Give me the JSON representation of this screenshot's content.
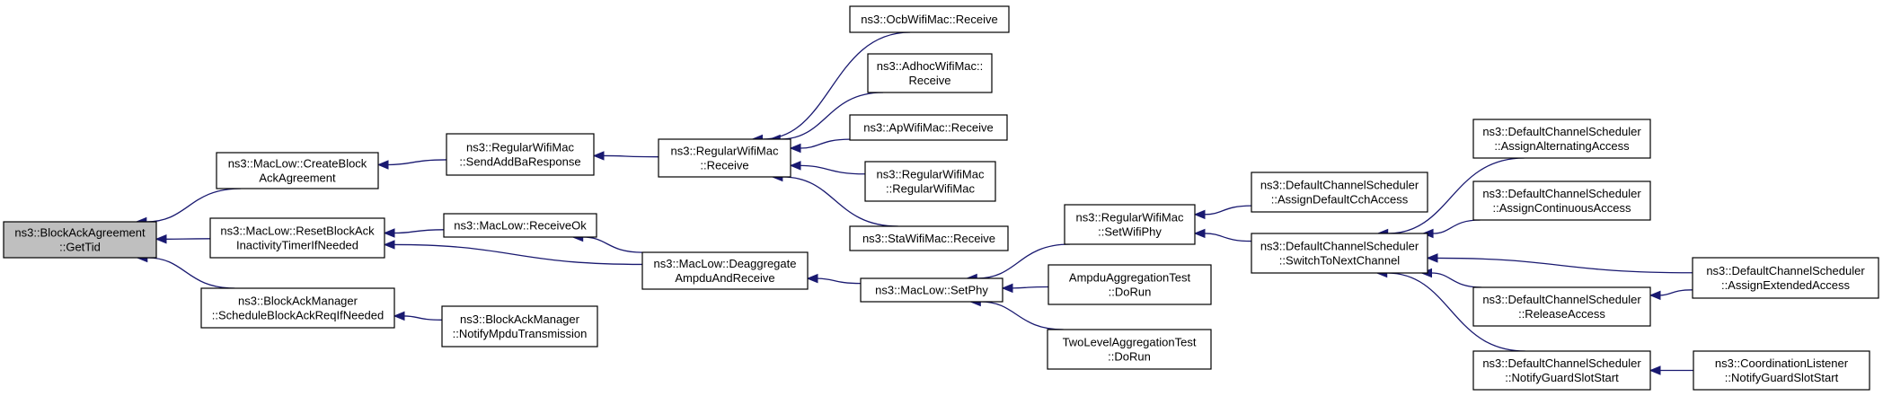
{
  "nodes": [
    {
      "id": "getTid",
      "lines": [
        "ns3::BlockAckAgreement",
        "::GetTid"
      ],
      "highlight": true
    },
    {
      "id": "createBlockAck",
      "lines": [
        "ns3::MacLow::CreateBlock",
        "AckAgreement"
      ]
    },
    {
      "id": "resetBlockAck",
      "lines": [
        "ns3::MacLow::ResetBlockAck",
        "InactivityTimerIfNeeded"
      ]
    },
    {
      "id": "scheduleBlockAck",
      "lines": [
        "ns3::BlockAckManager",
        "::ScheduleBlockAckReqIfNeeded"
      ]
    },
    {
      "id": "sendAddBa",
      "lines": [
        "ns3::RegularWifiMac",
        "::SendAddBaResponse"
      ]
    },
    {
      "id": "receiveOk",
      "lines": [
        "ns3::MacLow::ReceiveOk"
      ]
    },
    {
      "id": "notifyMpdu",
      "lines": [
        "ns3::BlockAckManager",
        "::NotifyMpduTransmission"
      ]
    },
    {
      "id": "rwmReceive",
      "lines": [
        "ns3::RegularWifiMac",
        "::Receive"
      ]
    },
    {
      "id": "deaggregate",
      "lines": [
        "ns3::MacLow::Deaggregate",
        "AmpduAndReceive"
      ]
    },
    {
      "id": "ocbReceive",
      "lines": [
        "ns3::OcbWifiMac::Receive"
      ]
    },
    {
      "id": "adhocReceive",
      "lines": [
        "ns3::AdhocWifiMac::",
        "Receive"
      ]
    },
    {
      "id": "apReceive",
      "lines": [
        "ns3::ApWifiMac::Receive"
      ]
    },
    {
      "id": "rwmCtor",
      "lines": [
        "ns3::RegularWifiMac",
        "::RegularWifiMac"
      ]
    },
    {
      "id": "staReceive",
      "lines": [
        "ns3::StaWifiMac::Receive"
      ]
    },
    {
      "id": "setPhy",
      "lines": [
        "ns3::MacLow::SetPhy"
      ]
    },
    {
      "id": "setWifiPhy",
      "lines": [
        "ns3::RegularWifiMac",
        "::SetWifiPhy"
      ]
    },
    {
      "id": "ampduTest",
      "lines": [
        "AmpduAggregationTest",
        "::DoRun"
      ]
    },
    {
      "id": "twoLevelTest",
      "lines": [
        "TwoLevelAggregationTest",
        "::DoRun"
      ]
    },
    {
      "id": "assignDefaultCch",
      "lines": [
        "ns3::DefaultChannelScheduler",
        "::AssignDefaultCchAccess"
      ]
    },
    {
      "id": "switchToNext",
      "lines": [
        "ns3::DefaultChannelScheduler",
        "::SwitchToNextChannel"
      ]
    },
    {
      "id": "assignAlternating",
      "lines": [
        "ns3::DefaultChannelScheduler",
        "::AssignAlternatingAccess"
      ]
    },
    {
      "id": "assignContinuous",
      "lines": [
        "ns3::DefaultChannelScheduler",
        "::AssignContinuousAccess"
      ]
    },
    {
      "id": "releaseAccess",
      "lines": [
        "ns3::DefaultChannelScheduler",
        "::ReleaseAccess"
      ]
    },
    {
      "id": "notifyGuardSched",
      "lines": [
        "ns3::DefaultChannelScheduler",
        "::NotifyGuardSlotStart"
      ]
    },
    {
      "id": "assignExtended",
      "lines": [
        "ns3::DefaultChannelScheduler",
        "::AssignExtendedAccess"
      ]
    },
    {
      "id": "notifyGuardListener",
      "lines": [
        "ns3::CoordinationListener",
        "::NotifyGuardSlotStart"
      ]
    }
  ],
  "edges": [
    {
      "from": "createBlockAck",
      "to": "getTid"
    },
    {
      "from": "resetBlockAck",
      "to": "getTid"
    },
    {
      "from": "scheduleBlockAck",
      "to": "getTid"
    },
    {
      "from": "sendAddBa",
      "to": "createBlockAck"
    },
    {
      "from": "receiveOk",
      "to": "resetBlockAck"
    },
    {
      "from": "deaggregate",
      "to": "resetBlockAck"
    },
    {
      "from": "notifyMpdu",
      "to": "scheduleBlockAck"
    },
    {
      "from": "rwmReceive",
      "to": "sendAddBa"
    },
    {
      "from": "deaggregate",
      "to": "receiveOk"
    },
    {
      "from": "ocbReceive",
      "to": "rwmReceive"
    },
    {
      "from": "adhocReceive",
      "to": "rwmReceive"
    },
    {
      "from": "apReceive",
      "to": "rwmReceive"
    },
    {
      "from": "rwmCtor",
      "to": "rwmReceive"
    },
    {
      "from": "staReceive",
      "to": "rwmReceive"
    },
    {
      "from": "setPhy",
      "to": "deaggregate"
    },
    {
      "from": "setWifiPhy",
      "to": "setPhy"
    },
    {
      "from": "ampduTest",
      "to": "setPhy"
    },
    {
      "from": "twoLevelTest",
      "to": "setPhy"
    },
    {
      "from": "assignDefaultCch",
      "to": "setWifiPhy"
    },
    {
      "from": "switchToNext",
      "to": "setWifiPhy"
    },
    {
      "from": "assignAlternating",
      "to": "switchToNext"
    },
    {
      "from": "assignContinuous",
      "to": "switchToNext"
    },
    {
      "from": "assignExtended",
      "to": "switchToNext"
    },
    {
      "from": "releaseAccess",
      "to": "switchToNext"
    },
    {
      "from": "notifyGuardSched",
      "to": "switchToNext"
    },
    {
      "from": "assignExtended",
      "to": "releaseAccess"
    },
    {
      "from": "notifyGuardListener",
      "to": "notifyGuardSched"
    }
  ]
}
